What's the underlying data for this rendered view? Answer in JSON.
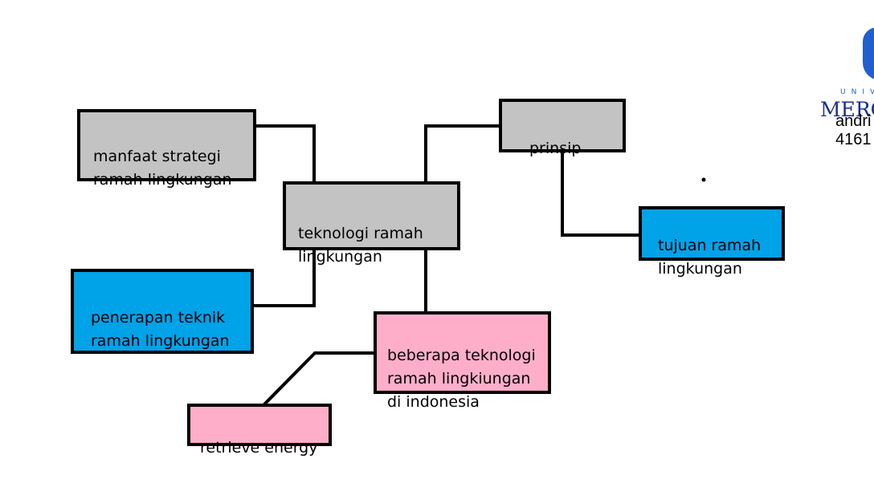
{
  "diagram": {
    "nodes": {
      "manfaat": {
        "label": "manfaat strategi\nramah lingkungan",
        "fill": "#c3c3c3"
      },
      "prinsip": {
        "label": "prinsip",
        "fill": "#c3c3c3"
      },
      "teknologi": {
        "label": "teknologi ramah\nlingkungan",
        "fill": "#c3c3c3"
      },
      "tujuan": {
        "label": "tujuan ramah\nlingkungan",
        "fill": "#00a2e8"
      },
      "penerapan": {
        "label": "penerapan teknik\nramah lingkungan",
        "fill": "#00a2e8"
      },
      "beberapa": {
        "label": "beberapa teknologi\nramah lingkiungan\ndi indonesia",
        "fill": "#ffaec9"
      },
      "retrieve": {
        "label": "retrieve energy",
        "fill": "#ffaec9"
      }
    },
    "edges": [
      {
        "from": "teknologi",
        "to": "manfaat"
      },
      {
        "from": "teknologi",
        "to": "prinsip"
      },
      {
        "from": "prinsip",
        "to": "tujuan"
      },
      {
        "from": "teknologi",
        "to": "penerapan"
      },
      {
        "from": "teknologi",
        "to": "beberapa"
      },
      {
        "from": "beberapa",
        "to": "retrieve"
      }
    ]
  },
  "logo": {
    "univ_text": "UNIV",
    "brand_text": "MERCU",
    "color": "#1f5fd0"
  },
  "author": {
    "name": "andri",
    "id": "4161"
  }
}
